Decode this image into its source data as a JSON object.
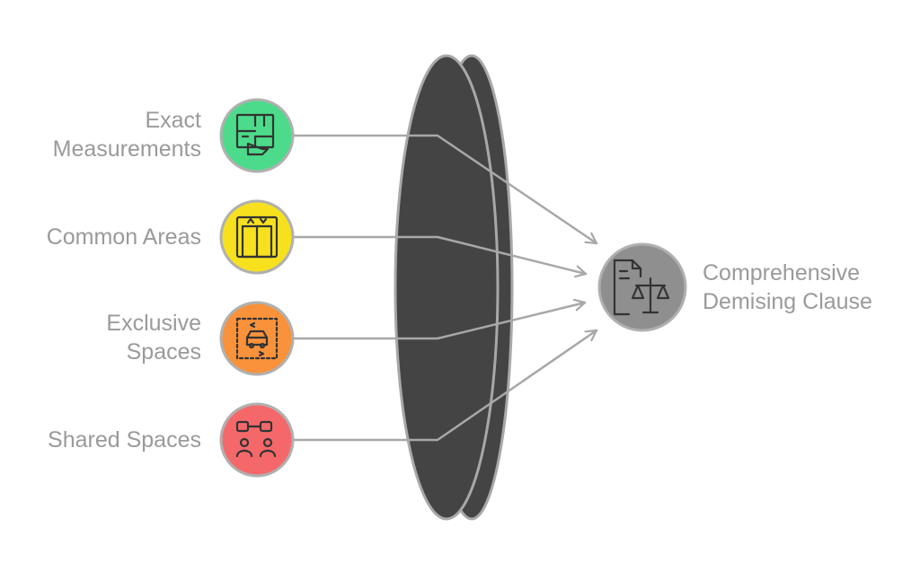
{
  "inputs": [
    {
      "label_line1": "Exact",
      "label_line2": "Measurements",
      "color": "#4cdb8a",
      "icon": "floor-plan-icon"
    },
    {
      "label_line1": "Common Areas",
      "label_line2": "",
      "color": "#f7e11f",
      "icon": "elevator-icon"
    },
    {
      "label_line1": "Exclusive",
      "label_line2": "Spaces",
      "color": "#f9923a",
      "icon": "parking-space-icon"
    },
    {
      "label_line1": "Shared Spaces",
      "label_line2": "",
      "color": "#f5686a",
      "icon": "shared-users-icon"
    }
  ],
  "output": {
    "label_line1": "Comprehensive",
    "label_line2": "Demising Clause",
    "color": "#8f8f8f",
    "icon": "legal-document-scales-icon"
  },
  "colors": {
    "lens_fill": "#444444",
    "lens_stroke": "#a8a8a8",
    "connector": "#a8a8a8",
    "label_text": "#9a9a9a",
    "icon_stroke": "#333333"
  }
}
